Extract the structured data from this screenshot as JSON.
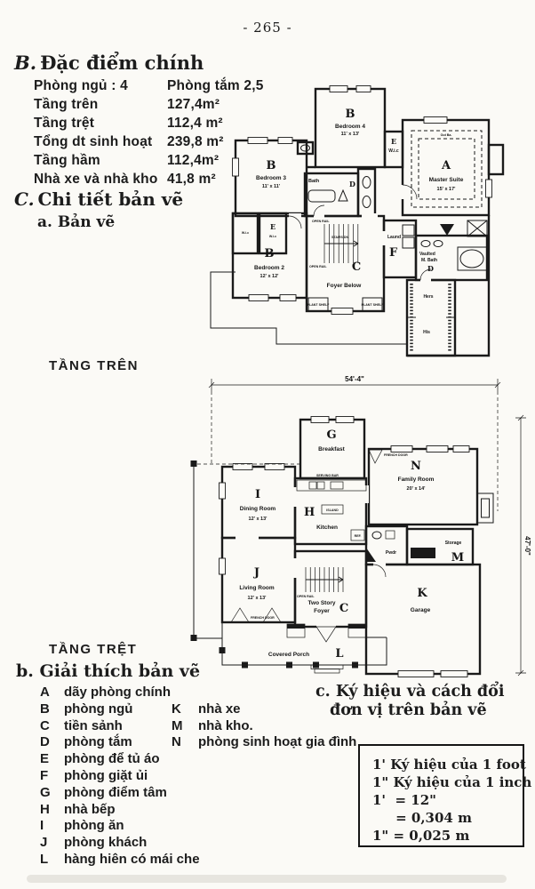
{
  "page_number": "- 265 -",
  "colors": {
    "paper": "#fbfaf6",
    "ink": "#1c1c1c"
  },
  "section_b": {
    "marker": "B.",
    "title": "Đặc điểm chính",
    "rows": [
      {
        "label": "Phòng ngủ : 4",
        "value": "Phòng tắm 2,5"
      },
      {
        "label": "Tầng trên",
        "value": "127,4m²"
      },
      {
        "label": "Tầng trệt",
        "value": "112,4 m²"
      },
      {
        "label": "Tổng dt sinh hoạt",
        "value": "239,8 m²"
      },
      {
        "label": "Tầng hầm",
        "value": "112,4m²"
      },
      {
        "label": "Nhà xe và nhà kho",
        "value": "41,8 m²"
      }
    ]
  },
  "section_c": {
    "marker": "C.",
    "title": "Chi tiết bản vẽ",
    "sub": "a. Bản vẽ"
  },
  "floor_labels": {
    "upper": "TẦNG TRÊN",
    "lower": "TẦNG TRỆT"
  },
  "upper_plan": {
    "bedroom4": {
      "letter": "B",
      "name": "Bedroom 4",
      "dims": "11' x 13'"
    },
    "bedroom3": {
      "letter": "B",
      "name": "Bedroom 3",
      "dims": "11' x 11'"
    },
    "bedroom2": {
      "letter": "B",
      "name": "Bedroom 2",
      "dims": "12' x 12'"
    },
    "master": {
      "letter": "A",
      "name": "Master Suite",
      "dims": "15' x 17'",
      "note": "Out Ba."
    },
    "foyer": {
      "letter": "C",
      "name": "Foyer Below"
    },
    "bath": {
      "letter": "D",
      "name": "Bath"
    },
    "mbath": {
      "letter": "D",
      "line1": "Vaulted",
      "line2": "M. Bath"
    },
    "laund": {
      "letter": "F",
      "name": "Laund"
    },
    "wic_b4": {
      "letter": "E",
      "name": "W.i.c"
    },
    "wic1": {
      "name": "W.i.c"
    },
    "wic2": {
      "letter": "E",
      "name": "W.i.c"
    },
    "hers": "Hers",
    "his": "His",
    "open_rail": "OPEN RAIL",
    "plant_shelf": "PLANT SHELF",
    "stairs": "STAIRS DN"
  },
  "lower_plan": {
    "dim_width": "54'-4\"",
    "dim_height": "47'-0\"",
    "breakfast": {
      "letter": "G",
      "name": "Breakfast"
    },
    "family": {
      "letter": "N",
      "name": "Family Room",
      "dims": "20' x 14'"
    },
    "dining": {
      "letter": "I",
      "name": "Dining Room",
      "dims": "12' x 13'"
    },
    "kitchen": {
      "letter": "H",
      "name": "Kitchen"
    },
    "living": {
      "letter": "J",
      "name": "Living Room",
      "dims": "12' x 13'"
    },
    "foyer": {
      "letter": "C",
      "line1": "Two Story",
      "line2": "Foyer"
    },
    "garage": {
      "letter": "K",
      "name": "Garage"
    },
    "storage": {
      "letter": "M",
      "name": "Storage"
    },
    "porch": {
      "letter": "L",
      "name": "Covered Porch"
    },
    "pwdr": "Pwdr",
    "island": "ISLAND",
    "ref": "REF.",
    "serving_bar": "SERVING BAR",
    "french_door": "FRENCH DOOR",
    "open_rail": "OPEN RAIL"
  },
  "legend": {
    "heading": "b. Giải thích bản vẽ",
    "rows": [
      {
        "k": "A",
        "v": "dãy phòng chính"
      },
      {
        "k": "B",
        "v": "phòng ngủ",
        "k2": "K",
        "v2": "nhà xe"
      },
      {
        "k": "C",
        "v": "tiền sảnh",
        "k2": "M",
        "v2": "nhà kho."
      },
      {
        "k": "D",
        "v": "phòng tắm",
        "k2": "N",
        "v2": "phòng sinh hoạt gia đình"
      },
      {
        "k": "E",
        "v": "phòng để tủ áo"
      },
      {
        "k": "F",
        "v": "phòng giặt ủi"
      },
      {
        "k": "G",
        "v": "phòng điểm tâm"
      },
      {
        "k": "H",
        "v": "nhà bếp"
      },
      {
        "k": "I",
        "v": "phòng ăn"
      },
      {
        "k": "J",
        "v": "phòng khách"
      },
      {
        "k": "L",
        "v": "hàng hiên có mái che"
      }
    ]
  },
  "section_c2": {
    "line1": "c. Ký hiệu và cách đổi",
    "line2": "đơn vị trên bản vẽ"
  },
  "conversion_box": {
    "lines": [
      "1' Ký hiệu của 1 foot",
      "1\" Ký hiệu của 1 inch",
      "1'  = 12\"",
      "     = 0,304 m",
      "1\" = 0,025 m"
    ]
  }
}
